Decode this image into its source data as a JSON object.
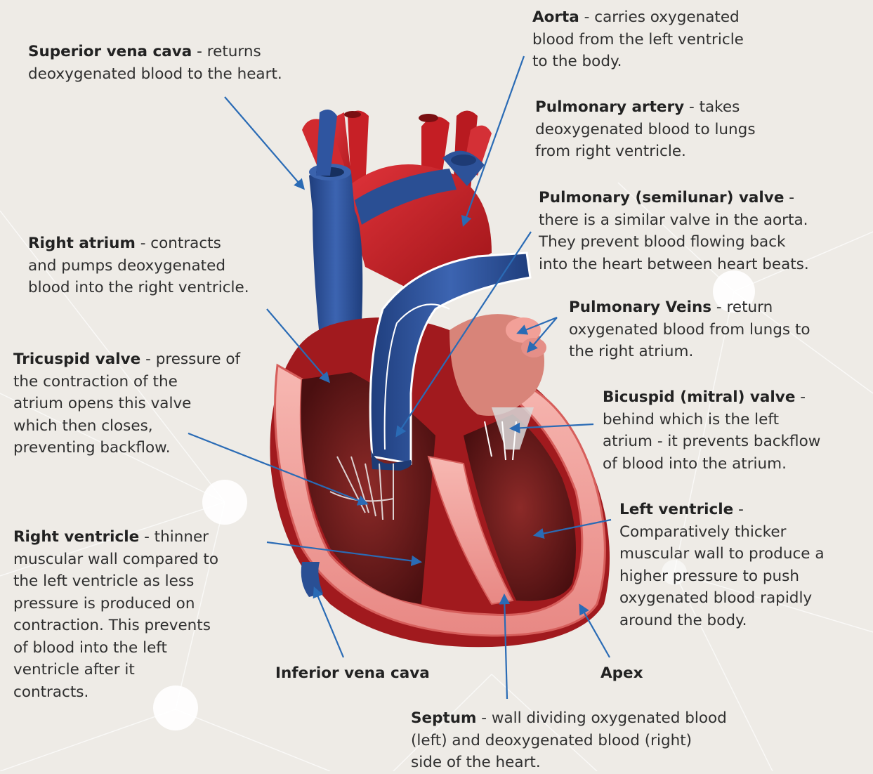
{
  "labels": [
    {
      "id": "superior",
      "name": "Superior vena cava",
      "sep": " - ",
      "rest": [
        "returns",
        "deoxygenated blood to the heart."
      ]
    },
    {
      "id": "aorta",
      "name": "Aorta",
      "sep": " - ",
      "rest": [
        "carries oxygenated",
        "blood from the left ventricle",
        "to the body."
      ]
    },
    {
      "id": "pulmart",
      "name": "Pulmonary artery",
      "sep": " - ",
      "rest": [
        "takes",
        "deoxygenated blood to lungs",
        "from right ventricle."
      ]
    },
    {
      "id": "pulmvalve",
      "name": "Pulmonary (semilunar) valve",
      "sep": " -",
      "rest": [
        "",
        "there is a similar valve in the aorta.",
        "They prevent blood flowing back",
        "into the heart between heart beats."
      ]
    },
    {
      "id": "ratrium",
      "name": "Right atrium",
      "sep": " - ",
      "rest": [
        "contracts",
        "and pumps deoxygenated",
        "blood into the right ventricle."
      ]
    },
    {
      "id": "pulmveins",
      "name": "Pulmonary Veins",
      "sep": " - ",
      "rest": [
        "return",
        "oxygenated blood from lungs to",
        "the right atrium."
      ]
    },
    {
      "id": "tricuspid",
      "name": "Tricuspid valve",
      "sep": " - ",
      "rest": [
        "pressure of",
        "the contraction of the",
        "atrium opens this valve",
        "which then closes,",
        "preventing backflow."
      ]
    },
    {
      "id": "bicuspid",
      "name": "Bicuspid (mitral) valve",
      "sep": " -",
      "rest": [
        "",
        "behind which is the left",
        "atrium - it prevents backflow",
        "of blood into the atrium."
      ]
    },
    {
      "id": "lventricle",
      "name": "Left ventricle",
      "sep": " -",
      "rest": [
        "",
        "Comparatively thicker",
        "muscular wall to produce a",
        "higher pressure to push",
        "oxygenated blood rapidly",
        "around the body."
      ]
    },
    {
      "id": "rventricle",
      "name": "Right ventricle",
      "sep": " - ",
      "rest": [
        "thinner",
        "muscular wall compared to",
        "the left ventricle as less",
        "pressure is produced on",
        "contraction. This prevents",
        "of blood into the left",
        "ventricle after it",
        "contracts."
      ]
    },
    {
      "id": "inferior",
      "name": "Inferior vena cava",
      "sep": "",
      "rest": [
        ""
      ]
    },
    {
      "id": "apex",
      "name": "Apex",
      "sep": "",
      "rest": [
        ""
      ]
    },
    {
      "id": "septum",
      "name": "Septum",
      "sep": " - ",
      "rest": [
        "wall dividing oxygenated blood",
        "(left) and deoxygenated blood (right)",
        "side of the heart."
      ]
    }
  ],
  "colors": {
    "background": "#eeebe6",
    "arrow": "#2a6bb5",
    "artery_red": "#c41e24",
    "vein_blue": "#2a4f94",
    "muscle_pink": "#f2a3a0",
    "chamber_dark": "#6e1b1b"
  }
}
